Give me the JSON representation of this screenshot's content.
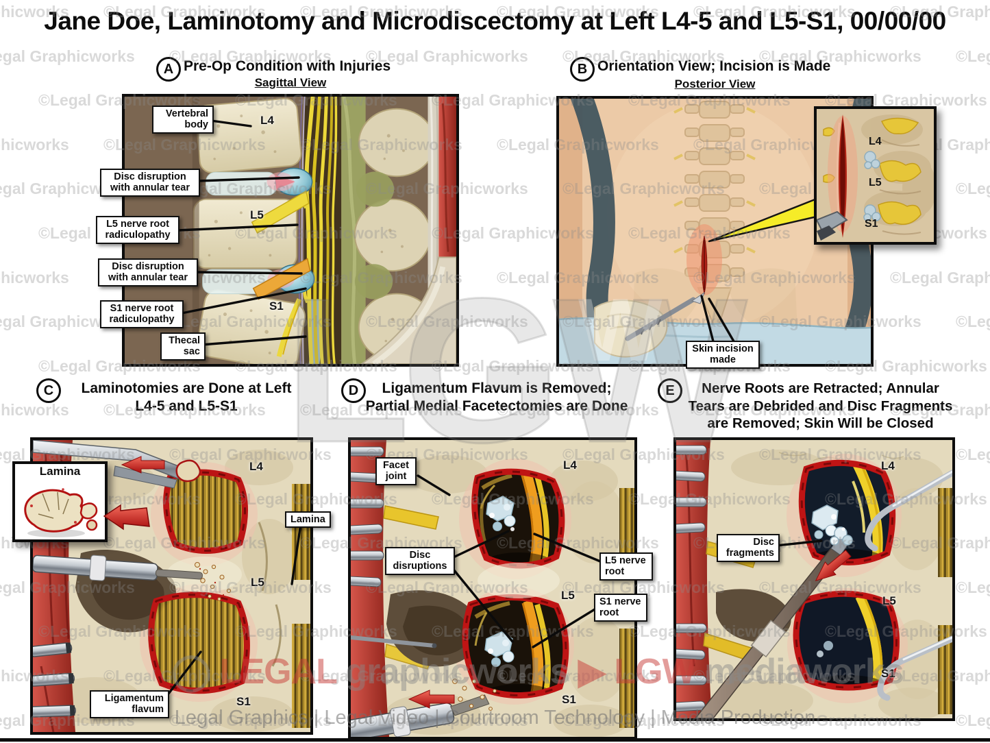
{
  "title": "Jane Doe, Laminotomy and Microdiscectomy at Left L4-5 and L5-S1, 00/00/00",
  "watermarks": {
    "tile": "©Legal Graphicworks",
    "big": "LGW",
    "ghost_w": "W",
    "brand": {
      "circle": "◯",
      "legal": "LEGAL",
      "graphicworks": "graphicworks",
      "play": "▶",
      "lgw": "LGW",
      "mediaworks": "mediaworks"
    },
    "services": "Legal Graphics | Legal Video | Courtroom Technology | Media Production"
  },
  "panels": {
    "a": {
      "letter": "A",
      "title": "Pre-Op Condition with Injuries",
      "subtitle": "Sagittal View",
      "labels": {
        "vertebral_body": "Vertebral body",
        "disc_disruption_upper": "Disc disruption with annular tear",
        "l5_radiculopathy": "L5 nerve root radiculopathy",
        "disc_disruption_lower": "Disc disruption with annular tear",
        "s1_radiculopathy": "S1 nerve root radiculopathy",
        "thecal_sac": "Thecal sac"
      },
      "levels": {
        "l4": "L4",
        "l5": "L5",
        "s1": "S1"
      }
    },
    "b": {
      "letter": "B",
      "title": "Orientation View; Incision is Made",
      "subtitle": "Posterior View",
      "labels": {
        "skin_incision": "Skin incision made"
      },
      "inset_levels": {
        "l4": "L4",
        "l5": "L5",
        "s1": "S1"
      }
    },
    "c": {
      "letter": "C",
      "title_line1": "Laminotomies are Done at Left",
      "title_line2": "L4-5 and L5-S1",
      "labels": {
        "lamina_inset": "Lamina",
        "lamina": "Lamina",
        "ligamentum_flavum": "Ligamentum flavum"
      },
      "levels": {
        "l4": "L4",
        "l5": "L5",
        "s1": "S1"
      }
    },
    "d": {
      "letter": "D",
      "title_line1": "Ligamentum Flavum is Removed;",
      "title_line2": "Partial Medial Facetectomies are Done",
      "labels": {
        "facet_joint": "Facet joint",
        "disc_disruptions": "Disc disruptions",
        "l5_nerve_root": "L5 nerve root",
        "s1_nerve_root": "S1 nerve root"
      },
      "levels": {
        "l4": "L4",
        "l5": "L5",
        "s1": "S1"
      }
    },
    "e": {
      "letter": "E",
      "title_line1": "Nerve Roots are Retracted; Annular",
      "title_line2": "Tears are Debrided and Disc Fragments",
      "title_line3": "are Removed; Skin Will be Closed",
      "labels": {
        "disc_fragments": "Disc fragments"
      },
      "levels": {
        "l4": "L4",
        "l5": "L5",
        "s1": "S1"
      }
    }
  },
  "colors": {
    "accent_red": "#c01818",
    "nerve_yellow": "#f0d22a",
    "nerve_orange": "#ef9d1e",
    "disc_blue": "#cfe2ea",
    "bone": "#e4dabd",
    "muscle_red": "#b5433c",
    "label_border": "#101010"
  }
}
